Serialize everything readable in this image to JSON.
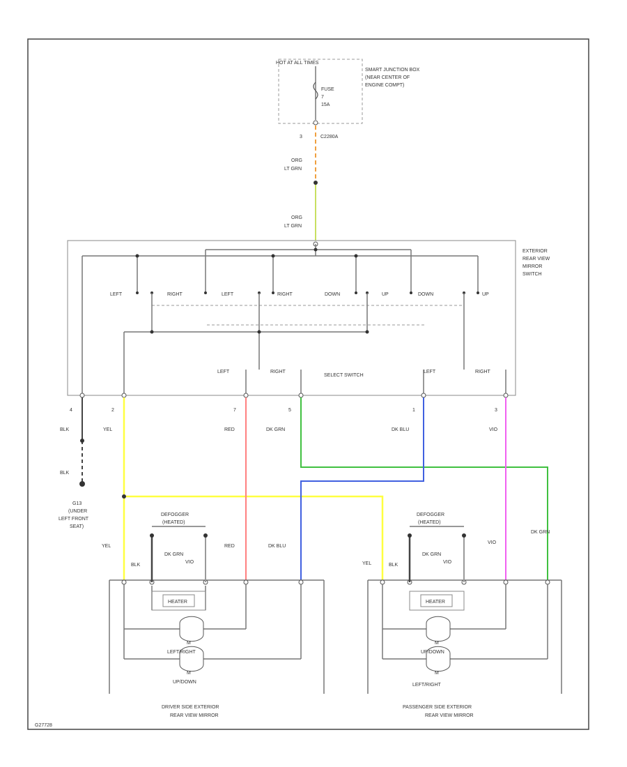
{
  "fuse_block": {
    "title": "HOT AT ALL TIMES",
    "fuse_name": "FUSE",
    "fuse_number": "7",
    "fuse_rating": "15A",
    "location": [
      "SMART JUNCTION BOX",
      "(NEAR CENTER OF",
      "ENGINE COMPT)"
    ],
    "pin": "3",
    "connector": "C2280A"
  },
  "feed_wire": {
    "upper": [
      "ORG",
      "LT GRN"
    ],
    "lower": [
      "ORG",
      "LT GRN"
    ]
  },
  "switch": {
    "name": [
      "EXTERIOR",
      "REAR VIEW",
      "MIRROR",
      "SWITCH"
    ],
    "labels": [
      "LEFT",
      "RIGHT",
      "LEFT",
      "RIGHT",
      "DOWN",
      "UP",
      "DOWN",
      "UP"
    ],
    "select_label": "SELECT SWITCH",
    "select_labels": [
      "LEFT",
      "RIGHT",
      "LEFT",
      "RIGHT"
    ]
  },
  "pins": [
    "4",
    "2",
    "7",
    "5",
    "1",
    "3"
  ],
  "wires": {
    "blk": "BLK",
    "yel": "YEL",
    "red": "RED",
    "dk_grn": "DK GRN",
    "dk_blu": "DK BLU",
    "vio": "VIO"
  },
  "ground": [
    "G13",
    "(UNDER",
    "LEFT FRONT",
    "SEAT)"
  ],
  "driver_mirror": {
    "defogger": [
      "DEFOGGER",
      "(HEATED)"
    ],
    "wires": {
      "yel": "YEL",
      "blk": "BLK",
      "dk_grn": "DK GRN",
      "vio": "VIO",
      "red": "RED",
      "dk_blu": "DK BLU"
    },
    "heater": "HEATER",
    "motor1": "LEFT/RIGHT",
    "motor2": "UP/DOWN",
    "name": [
      "DRIVER SIDE EXTERIOR",
      "REAR VIEW MIRROR"
    ]
  },
  "passenger_mirror": {
    "defogger": [
      "DEFOGGER",
      "(HEATED)"
    ],
    "wires": {
      "yel": "YEL",
      "blk": "BLK",
      "dk_grn": "DK GRN",
      "vio": "VIO",
      "dk_grn2": "DK GRN"
    },
    "heater": "HEATER",
    "motor1": "UP/DOWN",
    "motor2": "LEFT/RIGHT",
    "name": [
      "PASSENGER SIDE EXTERIOR",
      "REAR VIEW MIRROR"
    ]
  },
  "figure_code": "G27728",
  "colors": {
    "orange": "#f0a040",
    "lt_grn": "#c8e060",
    "yellow": "#ffff40",
    "red": "#ff8080",
    "dk_grn": "#40c040",
    "dk_blu": "#4060e0",
    "violet": "#f060f0"
  }
}
